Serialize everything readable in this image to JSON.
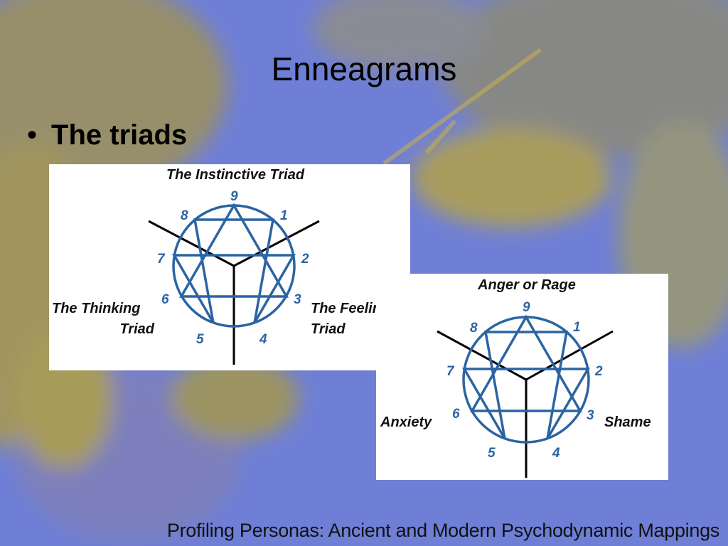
{
  "slide": {
    "title": "Enneagrams",
    "bullet": "The triads",
    "footer": "Profiling Personas: Ancient and Modern Psychodynamic Mappings"
  },
  "colors": {
    "background": "#6f7fd6",
    "ochre": "#b09a3a",
    "figure_blue": "#2b64a3"
  },
  "diagram1": {
    "top": "The Instinctive Triad",
    "left_line1": "The Thinking",
    "left_line2": "Triad",
    "right_line1": "The Feeling",
    "right_line2": "Triad",
    "points": [
      "9",
      "1",
      "2",
      "3",
      "4",
      "5",
      "6",
      "7",
      "8"
    ]
  },
  "diagram2": {
    "top": "Anger or Rage",
    "left": "Anxiety",
    "right": "Shame",
    "points": [
      "9",
      "1",
      "2",
      "3",
      "4",
      "5",
      "6",
      "7",
      "8"
    ]
  }
}
